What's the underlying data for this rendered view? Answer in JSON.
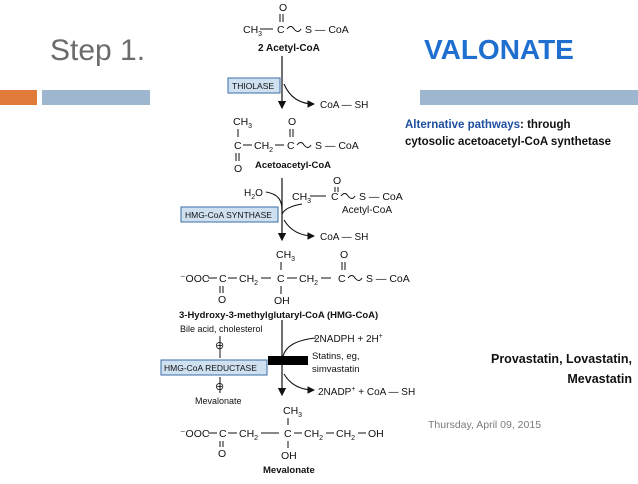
{
  "slide": {
    "title_left": "Step 1.",
    "title_right": "VALONATE",
    "date": "Thursday, April 09, 2015"
  },
  "alternative": {
    "label": "Alternative pathways",
    "text": ": through cytosolic acetoacetyl-CoA synthetase"
  },
  "statins_note": {
    "line1": "Provastatin, Lovastatin,",
    "line2": "Mevastatin"
  },
  "diagram": {
    "acetyl_ch3": "CH",
    "acetyl_sub3": "3",
    "acetyl_c": "C",
    "acetyl_s_coa": "S — CoA",
    "acetyl_o": "O",
    "acetyl_name": "2 Acetyl-CoA",
    "enzyme_thiolase": "THIOLASE",
    "coa_sh_1": "CoA — SH",
    "acetoacetyl_ch3": "CH",
    "acetoacetyl_ch2": "CH",
    "acetoacetyl_s_coa": "S — CoA",
    "acetoacetyl_c": "C",
    "acetoacetyl_o": "O",
    "acetoacetyl_name": "Acetoacetyl-CoA",
    "h2o": "H",
    "h2o_o": "O",
    "acetyl_coa_side": "Acetyl-CoA",
    "enzyme_hmg_synthase": "HMG-CoA SYNTHASE",
    "coa_sh_2": "CoA — SH",
    "hmg_ooc": "⁻OOC",
    "hmg_ch2": "CH",
    "hmg_c": "C",
    "hmg_oh": "OH",
    "hmg_s_coa": "S — CoA",
    "hmg_name": "3-Hydroxy-3-methylglutaryl-CoA (HMG-CoA)",
    "bile_acid": "Bile acid, cholesterol",
    "nadph": "2NADPH + 2H",
    "statins_eg": "Statins, eg,",
    "simvastatin": "simvastatin",
    "enzyme_hmg_reductase": "HMG-CoA REDUCTASE",
    "mevalonate_side": "Mevalonate",
    "nadp": "2NADP",
    "nadp_rest": " + CoA — SH",
    "mev_oh": "OH",
    "mevalonate_name": "Mevalonate",
    "minus": "⊖"
  },
  "colors": {
    "title_blue": "#1f6fd0",
    "accent_orange": "#e07b39",
    "accent_blue": "#9fb6cf",
    "enzyme_box_fill": "#cfe0f1",
    "enzyme_box_stroke": "#3a6ea5"
  }
}
